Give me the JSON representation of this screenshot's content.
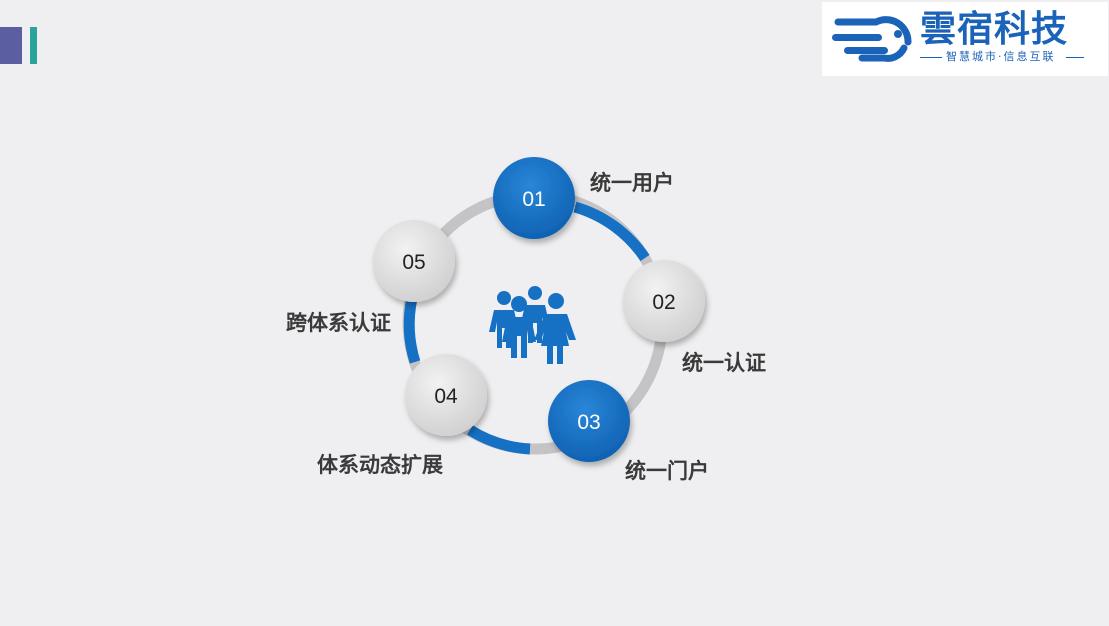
{
  "logo": {
    "title": "雲宿科技",
    "slogan": "智慧城市·信息互联"
  },
  "colors": {
    "primary_blue": "#1670c4",
    "ring_gray": "#c4c4c6",
    "node_gray": "#dedede",
    "accent_purple": "#5b5ea0",
    "accent_teal": "#2aa39b"
  },
  "center_icon": "people-group-icon",
  "nodes": [
    {
      "number": "01",
      "label": "统一用户",
      "style": "blue"
    },
    {
      "number": "02",
      "label": "统一认证",
      "style": "gray"
    },
    {
      "number": "03",
      "label": "统一门户",
      "style": "blue"
    },
    {
      "number": "04",
      "label": "体系动态扩展",
      "style": "gray"
    },
    {
      "number": "05",
      "label": "跨体系认证",
      "style": "gray"
    }
  ]
}
